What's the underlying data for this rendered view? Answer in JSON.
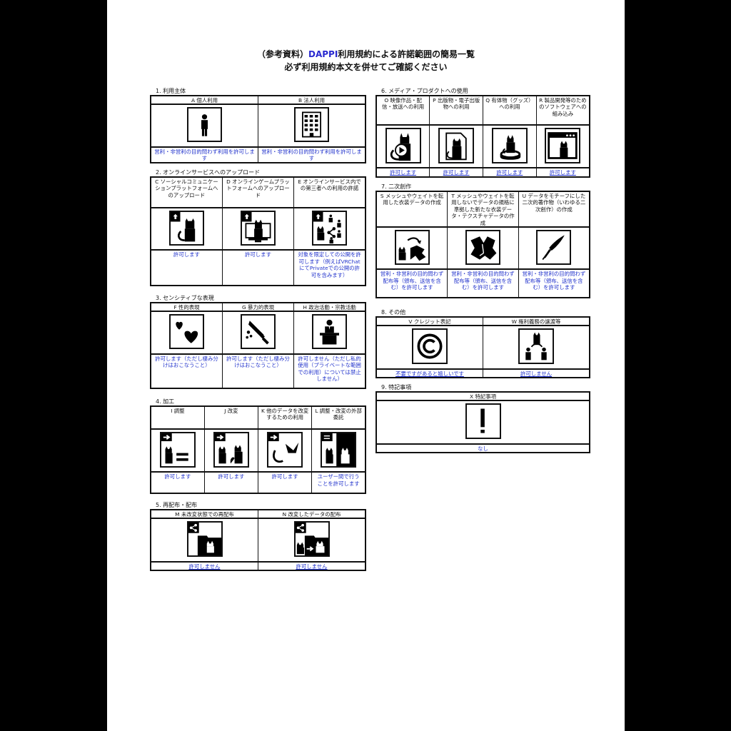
{
  "title": {
    "line1_prefix": "（参考資料）",
    "line1_brand": "DAPPI",
    "line1_suffix": "利用規約による許諾範囲の簡易一覧",
    "line2": "必ず利用規約本文を併せてご確認ください"
  },
  "colors": {
    "answer": "#2233cc",
    "brand": "#2a2ad0",
    "border": "#111111"
  },
  "sections": [
    {
      "label": "1. 利用主体",
      "columns": [
        {
          "header": "A 個人利用",
          "icon": "person-icon",
          "answer": "営利・非営利の目的問わず利用を許可します"
        },
        {
          "header": "B 法人利用",
          "icon": "office-building-icon",
          "answer": "営利・非営利の目的問わず利用を許可します"
        }
      ]
    },
    {
      "label": "2. オンラインサービスへのアップロード",
      "columns": [
        {
          "header": "C ソーシャルコミュニケーションプラットフォームへのアップロード",
          "icon": "upload-avatar-icon",
          "answer": "許可します"
        },
        {
          "header": "D オンラインゲームプラットフォームへのアップロード",
          "icon": "upload-avatar-monitor-icon",
          "answer": "許可します"
        },
        {
          "header": "E オンラインサービス内での第三者への利用の許諾",
          "icon": "upload-share-users-icon",
          "answer": "対象を限定しての公開を許可します（例えばVRChatにてPrivateでの公開の許可を含みます）"
        }
      ]
    },
    {
      "label": "3. センシティブな表現",
      "columns": [
        {
          "header": "F 性的表現",
          "icon": "hearts-icon",
          "answer": "許可します（ただし棲み分けはおこなうこと）"
        },
        {
          "header": "G 暴力的表現",
          "icon": "knife-blood-icon",
          "answer": "許可します（ただし棲み分けはおこなうこと）"
        },
        {
          "header": "H 政治活動・宗教活動",
          "icon": "podium-speaker-icon",
          "answer": "許可しません（ただし私的使用（プライベートな範囲での利用）については禁止しません）"
        }
      ]
    },
    {
      "label": "4. 加工",
      "columns": [
        {
          "header": "I 調整",
          "icon": "adjust-equal-icon",
          "answer": "許可します"
        },
        {
          "header": "J 改変",
          "icon": "modify-avatar-icon",
          "answer": "許可します"
        },
        {
          "header": "K 他のデータを改変するための利用",
          "icon": "parts-reuse-icon",
          "answer": "許可します"
        },
        {
          "header": "L 調整・改変の外部委託",
          "icon": "outsource-icon",
          "answer": "ユーザー間で行うことを許可します"
        }
      ]
    },
    {
      "label": "5. 再配布・配布",
      "columns": [
        {
          "header": "M 未改変状態での再配布",
          "icon": "share-folder-icon",
          "answer": "許可しません"
        },
        {
          "header": "N 改変したデータの配布",
          "icon": "share-modified-icon",
          "answer": "許可しません"
        }
      ]
    },
    {
      "label": "6. メディア・プロダクトへの使用",
      "columns": [
        {
          "header": "O 映像作品・配信・放送への利用",
          "icon": "video-play-icon",
          "answer": "許可します"
        },
        {
          "header": "P 出版物・電子出版物への利用",
          "icon": "document-avatar-icon",
          "answer": "許可します"
        },
        {
          "header": "Q 有体物（グッズ）への利用",
          "icon": "figure-goods-icon",
          "answer": "許可します"
        },
        {
          "header": "R 製品開発等のためのソフトウェアへの組み込み",
          "icon": "software-window-icon",
          "answer": "許可します"
        }
      ]
    },
    {
      "label": "7. 二次創作",
      "columns": [
        {
          "header": "S メッシュやウェイトを転用した衣装データの作成",
          "icon": "avatar-to-clothing-icon",
          "answer": "営利・非営利の目的問わず配布等（頒布、送信を含む）を許可します"
        },
        {
          "header": "T メッシュやウェイトを転用しないでデータの規格に準拠した新たな衣装データ・テクスチャデータの作成",
          "icon": "clothing-icon",
          "answer": "営利・非営利の目的問わず配布等（頒布、送信を含む）を許可します"
        },
        {
          "header": "U データをモチーフにした二次的著作物（いわゆる二次創作）の作成",
          "icon": "fountain-pen-icon",
          "answer": "営利・非営利の目的問わず配布等（頒布、送信を含む）を許可します"
        }
      ]
    },
    {
      "label": "8. その他",
      "columns": [
        {
          "header": "V クレジット表記",
          "icon": "copyright-icon",
          "answer": "不要ですがあると嬉しいです"
        },
        {
          "header": "W 権利義務の譲渡等",
          "icon": "transfer-rights-icon",
          "answer": "許可しません"
        }
      ]
    },
    {
      "label": "9. 特記事項",
      "columns": [
        {
          "header": "X 特記事項",
          "icon": "exclamation-icon",
          "answer": "なし"
        }
      ]
    }
  ]
}
